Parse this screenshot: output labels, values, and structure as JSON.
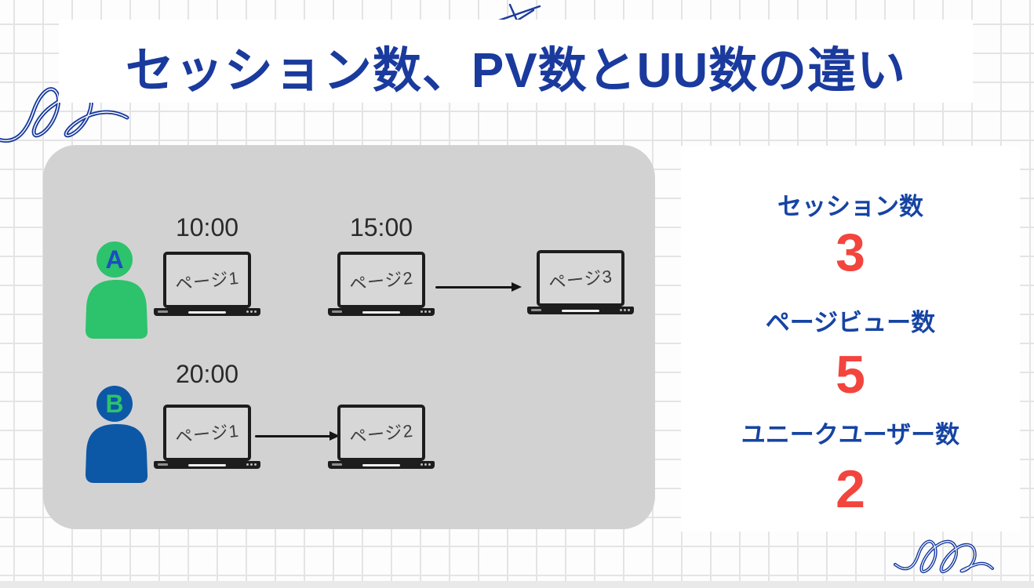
{
  "page": {
    "title": "セッション数、PV数とUU数の違い"
  },
  "diagram": {
    "row_a": {
      "user_label": "A",
      "time1": "10:00",
      "page1": "ページ1",
      "time2": "15:00",
      "page2": "ページ2",
      "page3": "ページ3"
    },
    "row_b": {
      "user_label": "B",
      "time1": "20:00",
      "page1": "ページ1",
      "page2": "ページ2"
    }
  },
  "stats": {
    "sessions": {
      "label": "セッション数",
      "value": "3"
    },
    "pageviews": {
      "label": "ページビュー数",
      "value": "5"
    },
    "unique_users": {
      "label": "ユニークユーザー数",
      "value": "2"
    }
  },
  "colors": {
    "title_blue": "#1a3a9d",
    "label_blue": "#1644a3",
    "value_red": "#f2453d",
    "user_a_green": "#2cc36c",
    "user_b_blue": "#0d57a7",
    "diagram_box_gray": "#d2d2d2",
    "squiggle_blue": "#16399e"
  }
}
